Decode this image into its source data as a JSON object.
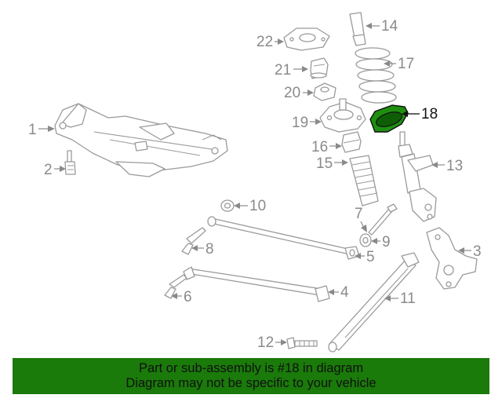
{
  "callouts": [
    {
      "id": "1",
      "label": "1"
    },
    {
      "id": "2",
      "label": "2"
    },
    {
      "id": "3",
      "label": "3"
    },
    {
      "id": "4",
      "label": "4"
    },
    {
      "id": "5",
      "label": "5"
    },
    {
      "id": "6",
      "label": "6"
    },
    {
      "id": "7",
      "label": "7"
    },
    {
      "id": "8",
      "label": "8"
    },
    {
      "id": "9",
      "label": "9"
    },
    {
      "id": "10",
      "label": "10"
    },
    {
      "id": "11",
      "label": "11"
    },
    {
      "id": "12",
      "label": "12"
    },
    {
      "id": "13",
      "label": "13"
    },
    {
      "id": "14",
      "label": "14"
    },
    {
      "id": "15",
      "label": "15"
    },
    {
      "id": "16",
      "label": "16"
    },
    {
      "id": "17",
      "label": "17"
    },
    {
      "id": "18",
      "label": "18"
    },
    {
      "id": "19",
      "label": "19"
    },
    {
      "id": "20",
      "label": "20"
    },
    {
      "id": "21",
      "label": "21"
    },
    {
      "id": "22",
      "label": "22"
    }
  ],
  "highlighted_part": "18",
  "colors": {
    "highlight_fill": "#1f8f10",
    "banner_bg": "#1a7a0a",
    "line": "#9a9a9a"
  },
  "banner": {
    "line1": "Part or sub-assembly is #18 in diagram",
    "line2": "Diagram may not be specific to your vehicle"
  }
}
